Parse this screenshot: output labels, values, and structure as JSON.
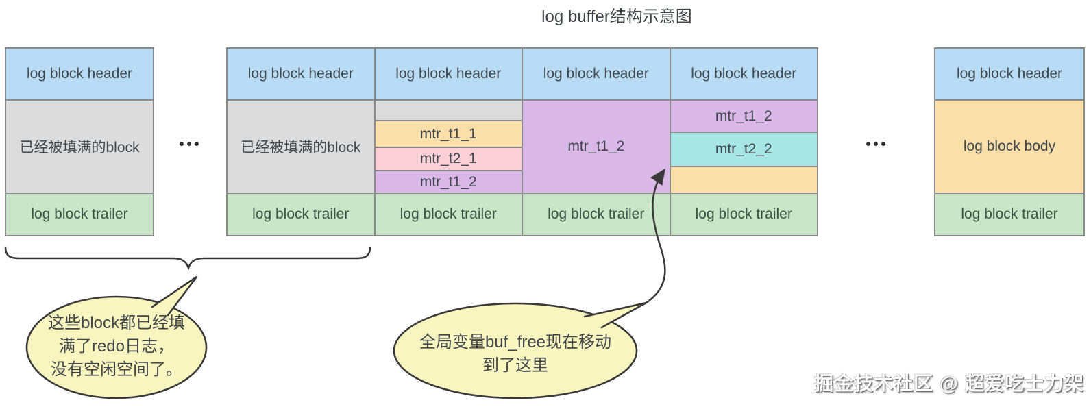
{
  "title": "log buffer结构示意图",
  "ellipsis": "•••",
  "colors": {
    "header": "#b9dcf6",
    "filled": "#dcdcdc",
    "trailer": "#c9e6c9",
    "mtr_t1": "#fbdfa9",
    "mtr_t2": "#fbcfd6",
    "mtr_t1_2": "#dab8e8",
    "mtr_t2_2": "#a6e6e4",
    "free_space": "#fbdfa9",
    "body": "#fbdfa9",
    "bubble_fill": "#f8f5be",
    "outline": "#3a3a3a",
    "block_border": "#8a8a8a"
  },
  "blocks": {
    "b1": {
      "header": "log block header",
      "body": "已经被填满的block",
      "trailer": "log block trailer"
    },
    "b2": {
      "header": "log block header",
      "body": "已经被填满的block",
      "trailer": "log block trailer"
    },
    "b3": {
      "header": "log block header",
      "mtr_t1_1": "mtr_t1_1",
      "mtr_t2_1": "mtr_t2_1",
      "mtr_t1_2": "mtr_t1_2",
      "trailer": "log block trailer"
    },
    "b4": {
      "header": "log block header",
      "body": "mtr_t1_2",
      "trailer": "log block trailer"
    },
    "b5": {
      "header": "log block header",
      "mtr_t1_2": "mtr_t1_2",
      "mtr_t2_2": "mtr_t2_2",
      "trailer": "log block trailer"
    },
    "b6": {
      "header": "log block header",
      "body": "log block body",
      "trailer": "log block trailer"
    }
  },
  "bubble1": {
    "lines": [
      "这些block都已经填",
      "满了redo日志，",
      "没有空闲空间了。"
    ]
  },
  "bubble2": {
    "lines": [
      "全局变量buf_free现在移动",
      "到了这里"
    ]
  },
  "watermark": "掘金技术社区 @ 超爱吃士力架"
}
